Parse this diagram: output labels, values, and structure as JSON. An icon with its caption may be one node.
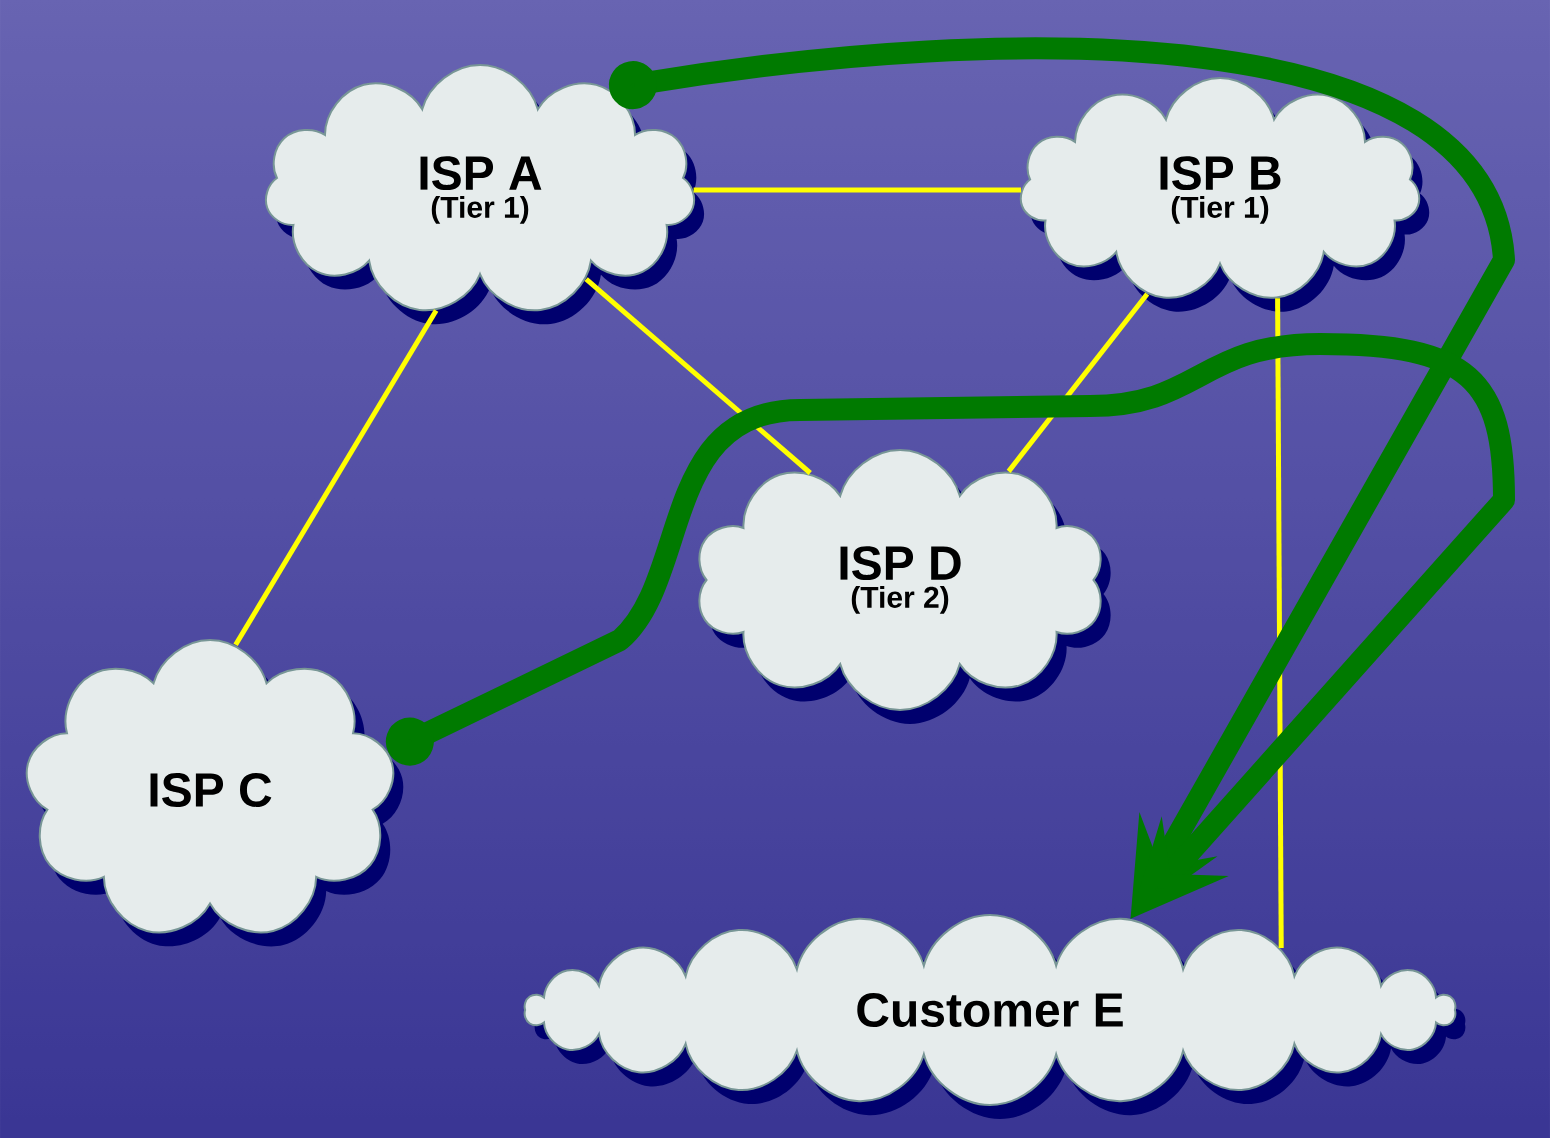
{
  "diagram": {
    "nodes": [
      {
        "text": [
          "ISP A",
          "(Tier 1)"
        ]
      },
      {
        "text": [
          "ISP B",
          "(Tier 1)"
        ]
      },
      {
        "text": [
          "ISP C"
        ]
      },
      {
        "text": [
          "ISP D",
          "(Tier 2)"
        ]
      },
      {
        "text": [
          "Customer E"
        ]
      }
    ],
    "edges": [
      {
        "from": 0,
        "to": 1,
        "arrow": "none"
      },
      {
        "from": 0,
        "to": 2,
        "arrow": "none"
      },
      {
        "from": 0,
        "to": 3,
        "arrow": "none"
      },
      {
        "from": 1,
        "to": 3,
        "arrow": "none"
      },
      {
        "from": 1,
        "to": 4,
        "arrow": "none"
      },
      {
        "from": 0,
        "to": 4,
        "arrow": "to",
        "style": "thick",
        "color": "#007a00"
      },
      {
        "from": 2,
        "to": 4,
        "arrow": "to",
        "style": "thick",
        "color": "#007a00"
      }
    ]
  }
}
